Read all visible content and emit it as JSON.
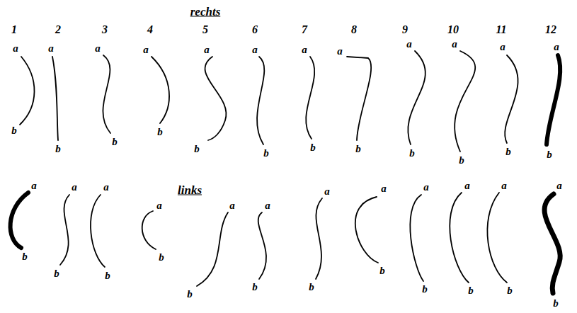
{
  "diagram": {
    "labels": [
      "rechts",
      "1",
      "2",
      "3",
      "4",
      "5",
      "6",
      "7",
      "8",
      "9",
      "10",
      "11",
      "12",
      "a",
      "b",
      "a",
      "b",
      "a",
      "b",
      "a",
      "b",
      "a",
      "b",
      "a",
      "b",
      "a",
      "b",
      "a",
      "b",
      "a",
      "b",
      "a",
      "b",
      "a",
      "b",
      "a",
      "b",
      "links",
      "a",
      "b",
      "a",
      "b",
      "a",
      "b",
      "a",
      "b",
      "a",
      "b",
      "a",
      "b",
      "a",
      "b",
      "a",
      "b",
      "a",
      "b",
      "a",
      "b",
      "a",
      "b",
      "a",
      "b"
    ]
  }
}
